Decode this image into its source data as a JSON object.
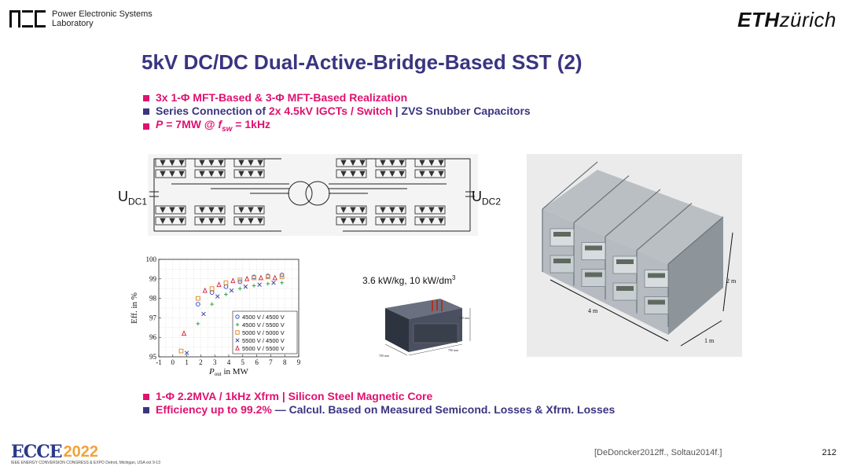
{
  "header": {
    "lab_name_line1": "Power Electronic Systems",
    "lab_name_line2": "Laboratory",
    "eth_bold": "ETH",
    "eth_light": "zürich"
  },
  "title": "5kV DC/DC Dual-Active-Bridge-Based SST (2)",
  "bullets": {
    "b1": "3x 1-Φ MFT-Based  &  3-Φ MFT-Based Realization",
    "b2_a": "Series Connection of ",
    "b2_b": "2x 4.5kV IGCTs / Switch",
    "b2_c": " | ZVS Snubber Capacitors",
    "b3_p": "P",
    "b3_mid": " = 7MW @ ",
    "b3_f": "f",
    "b3_sw": "sw",
    "b3_end": " = 1kHz"
  },
  "circuit": {
    "left_label": "U",
    "left_sub": "DC1",
    "right_label": "U",
    "right_sub": "DC2"
  },
  "mini_photo": {
    "caption": "3.6 kW/kg, 10 kW/dm",
    "caption_sup": "3",
    "dim_height": "450 mm",
    "dim_depth": "700 mm",
    "dim_width": "700 mm"
  },
  "render": {
    "dim_length": "4 m",
    "dim_height": "2 m",
    "dim_depth": "1 m"
  },
  "bottom_bullets": {
    "b1": "1-Φ 2.2MVA / 1kHz Xfrm  |  Silicon Steel Magnetic Core",
    "b2_a": "Efficiency up to 99.2%",
    "b2_b": "  —  Calcul. Based on Measured Semicond. Losses & Xfrm. Losses"
  },
  "footer": {
    "ecce_word": "ECCE",
    "ecce_year": "2022",
    "ecce_sub": "IEEE ENERGY CONVERSION CONGRESS & EXPO  Detroit, Michigan, USA  oct 9-13",
    "citation": "[DeDoncker2012ff., Soltau2014f.]",
    "page": "212"
  },
  "colors": {
    "title": "#3a3580",
    "accent_pink": "#e0116f",
    "accent_blue": "#3a3580"
  },
  "chart_data": {
    "type": "scatter",
    "xlabel": "P_out in MW",
    "ylabel": "Eff. in %",
    "xlim": [
      -1,
      9
    ],
    "ylim": [
      95,
      100
    ],
    "xticks": [
      "-1",
      "0",
      "1",
      "2",
      "3",
      "4",
      "5",
      "6",
      "7",
      "8",
      "9"
    ],
    "yticks": [
      "95",
      "96",
      "97",
      "98",
      "99",
      "100"
    ],
    "grid": true,
    "legend_position": "bottom-right",
    "series": [
      {
        "name": "4500 V / 4500 V",
        "marker": "circle",
        "color": "#1f3fbf",
        "points": [
          [
            1.8,
            97.7
          ],
          [
            2.8,
            98.3
          ],
          [
            3.8,
            98.6
          ],
          [
            4.8,
            98.85
          ],
          [
            5.8,
            99.1
          ],
          [
            6.8,
            99.15
          ],
          [
            7.8,
            99.2
          ]
        ]
      },
      {
        "name": "4500 V / 5500 V",
        "marker": "plus",
        "color": "#2a9a3a",
        "points": [
          [
            1.8,
            96.7
          ],
          [
            2.8,
            97.7
          ],
          [
            3.8,
            98.2
          ],
          [
            4.8,
            98.5
          ],
          [
            5.8,
            98.65
          ],
          [
            6.8,
            98.75
          ],
          [
            7.8,
            98.8
          ]
        ]
      },
      {
        "name": "5000 V / 5000 V",
        "marker": "square",
        "color": "#e08020",
        "points": [
          [
            0.6,
            95.3
          ],
          [
            1.8,
            98.0
          ],
          [
            2.8,
            98.5
          ],
          [
            3.8,
            98.8
          ],
          [
            4.8,
            98.95
          ],
          [
            5.8,
            99.05
          ],
          [
            6.8,
            99.1
          ],
          [
            7.8,
            99.1
          ]
        ]
      },
      {
        "name": "5500 V / 4500 V",
        "marker": "x",
        "color": "#2a3aa8",
        "points": [
          [
            1.0,
            95.2
          ],
          [
            2.2,
            97.2
          ],
          [
            3.2,
            98.1
          ],
          [
            4.2,
            98.4
          ],
          [
            5.2,
            98.6
          ],
          [
            6.2,
            98.7
          ],
          [
            7.2,
            98.8
          ]
        ]
      },
      {
        "name": "5500 V / 5500 V",
        "marker": "triangle",
        "color": "#d0203a",
        "points": [
          [
            0.8,
            96.2
          ],
          [
            2.3,
            98.4
          ],
          [
            3.3,
            98.7
          ],
          [
            4.3,
            98.9
          ],
          [
            5.3,
            99.0
          ],
          [
            6.3,
            99.05
          ],
          [
            7.3,
            99.05
          ]
        ]
      }
    ]
  }
}
